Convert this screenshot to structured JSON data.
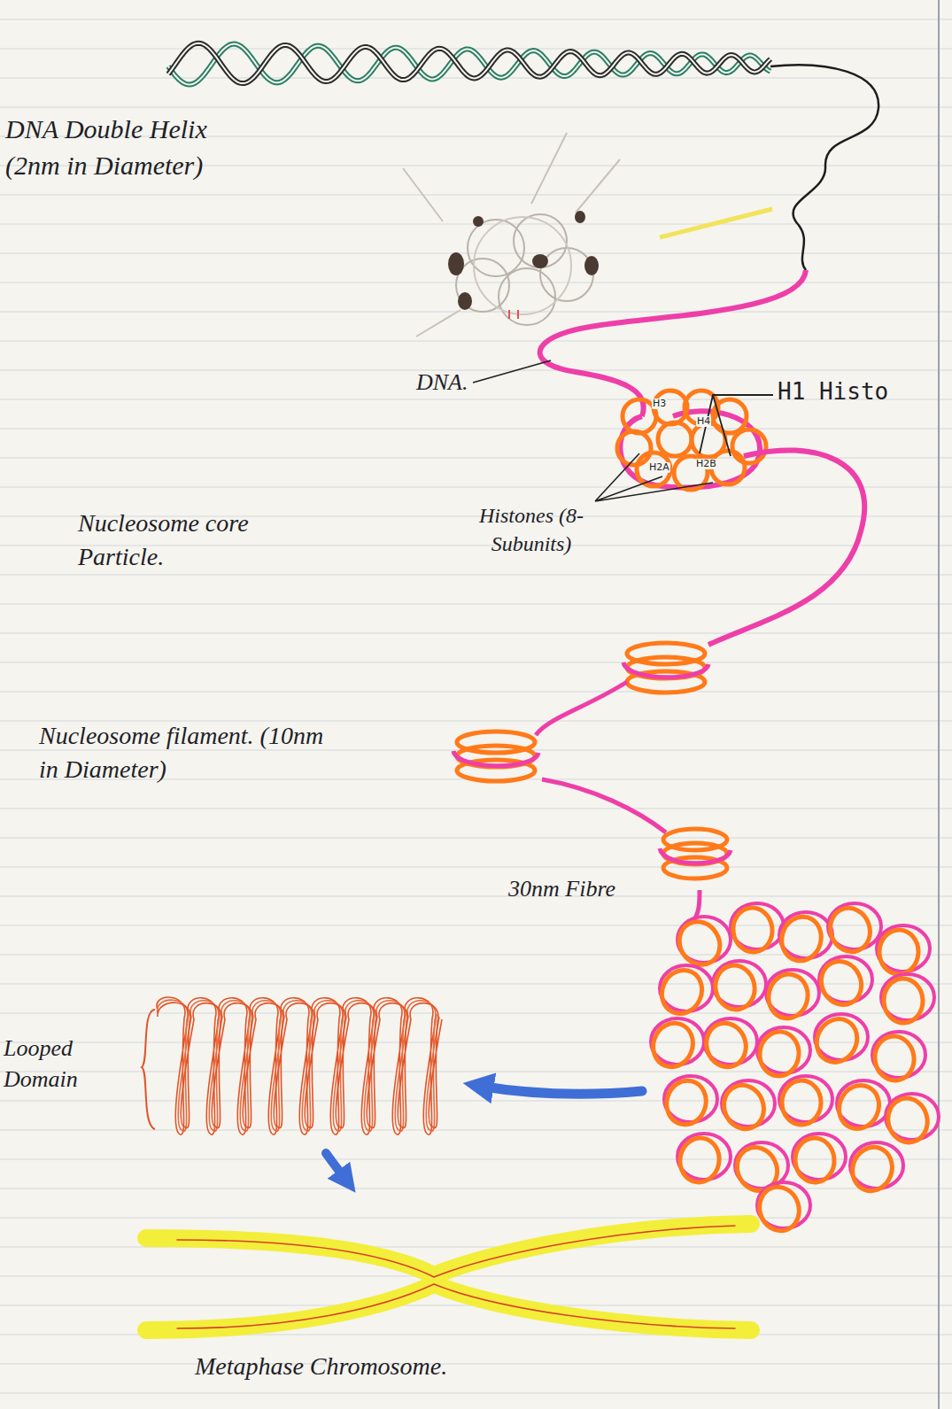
{
  "diagram": {
    "labels": [
      "DNA Double Helix (2nm in Diameter)",
      "DNA.",
      "H1 Histo",
      "H3",
      "H4",
      "H2A",
      "H2B",
      "Nucleosome core Particle.",
      "Histones (8-Subunits)",
      "Nucleosome filament. (10nm in Diameter)",
      "30nm Fibre",
      "Looped Domain",
      "Metaphase Chromosome."
    ]
  }
}
